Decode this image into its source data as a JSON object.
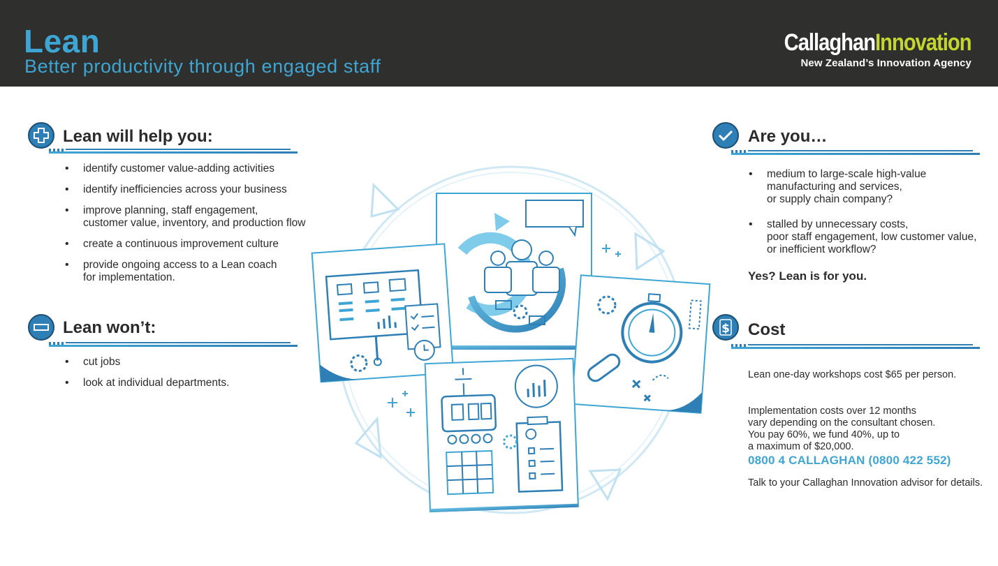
{
  "header": {
    "title": "Lean",
    "subtitle": "Better productivity through engaged staff",
    "brand_part1": "Callaghan",
    "brand_part2": "Innovation",
    "brand_tagline": "New Zealand’s Innovation Agency"
  },
  "help": {
    "icon": "plus-icon",
    "heading": "Lean will help you:",
    "items": [
      "identify customer value-adding activities",
      "identify inefficiencies across your business",
      "improve planning, staff engagement,\ncustomer value, inventory, and production flow",
      "create a continuous improvement culture",
      "provide ongoing access to a Lean coach\nfor implementation."
    ]
  },
  "wont": {
    "icon": "minus-icon",
    "heading": "Lean won’t:",
    "items": [
      "cut jobs",
      "look at individual departments."
    ]
  },
  "are_you": {
    "icon": "checkmark-icon",
    "heading": "Are you…",
    "items": [
      "medium to large-scale high-value\nmanufacturing and services,\nor supply chain company?",
      "stalled by unnecessary costs,\npoor staff engagement, low customer value,\nor inefficient workflow?"
    ],
    "yes_line": "Yes? Lean is for you."
  },
  "cost": {
    "icon": "dollar-icon",
    "heading": "Cost",
    "para1": "Lean one-day workshops cost $65 per person.",
    "para2": "Implementation costs over 12 months\nvary depending on the consultant chosen.\nYou pay 60%, we fund 40%, up to\na maximum of $20,000.",
    "para3": "Talk to your Callaghan Innovation advisor for details.",
    "phone": "0800 4 CALLAGHAN (0800 422 552)"
  },
  "colors": {
    "header_bg": "#2f2f2d",
    "accent_blue": "#3ea6d4",
    "dark_blue": "#2d7fb5",
    "brand_green": "#c3d52e"
  }
}
